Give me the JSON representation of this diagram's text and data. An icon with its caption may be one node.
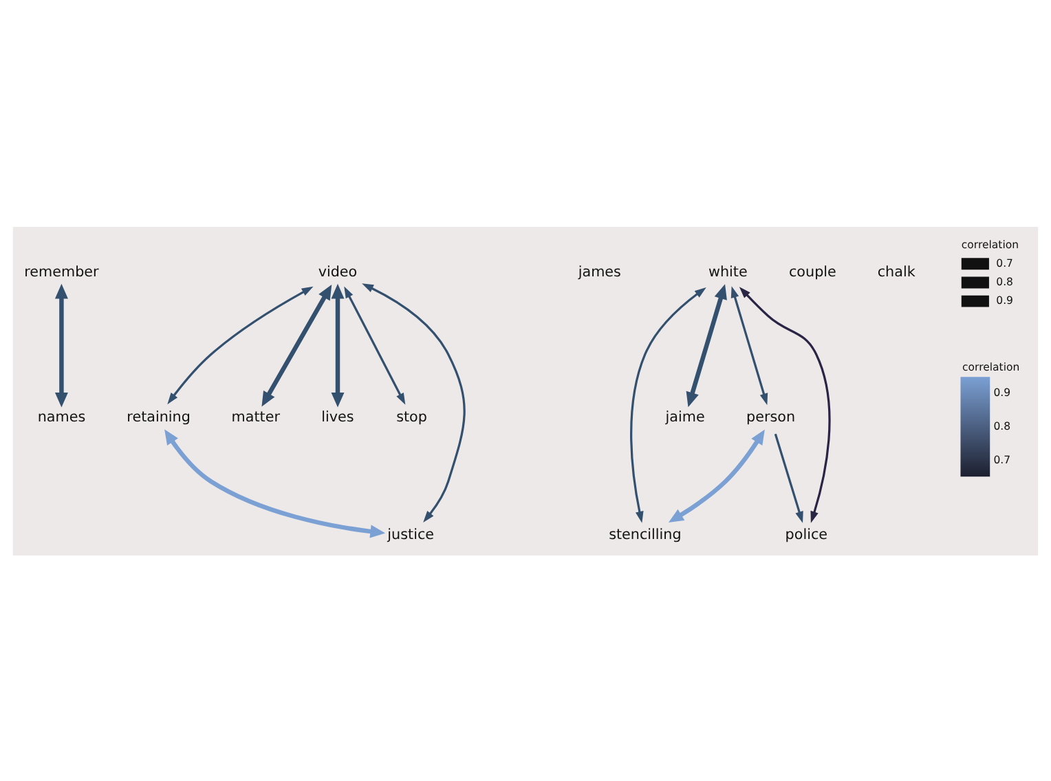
{
  "diagram": {
    "nodes": [
      {
        "text": [
          "names"
        ]
      },
      {
        "text": [
          "remember"
        ]
      },
      {
        "text": [
          "video"
        ]
      },
      {
        "text": [
          "retaining"
        ]
      },
      {
        "text": [
          "james"
        ]
      },
      {
        "text": [
          "matter"
        ]
      },
      {
        "text": [
          "lives"
        ]
      },
      {
        "text": [
          "stop"
        ]
      },
      {
        "text": [
          "justice"
        ]
      },
      {
        "text": [
          "white"
        ]
      },
      {
        "text": [
          "stencilling"
        ]
      },
      {
        "text": [
          "jaime"
        ]
      },
      {
        "text": [
          "couple"
        ]
      },
      {
        "text": [
          "person"
        ]
      },
      {
        "text": [
          "chalk"
        ]
      },
      {
        "text": [
          "police"
        ]
      }
    ],
    "edges": [
      {
        "from": 1,
        "to": 0,
        "arrow": "both",
        "style": "thick"
      },
      {
        "from": 2,
        "to": 3,
        "arrow": "both"
      },
      {
        "from": 2,
        "to": 5,
        "arrow": "both",
        "style": "thick"
      },
      {
        "from": 2,
        "to": 6,
        "arrow": "both",
        "style": "thick"
      },
      {
        "from": 2,
        "to": 7,
        "arrow": "both"
      },
      {
        "from": 2,
        "to": 8,
        "arrow": "both"
      },
      {
        "from": 3,
        "to": 8,
        "arrow": "both",
        "style": "thick",
        "color": "#7ba0d4"
      },
      {
        "from": 9,
        "to": 15,
        "arrow": "both",
        "color": "#2a2545"
      },
      {
        "from": 9,
        "to": 13,
        "arrow": "both"
      },
      {
        "from": 9,
        "to": 11,
        "arrow": "both",
        "style": "thick"
      },
      {
        "from": 9,
        "to": 10,
        "arrow": "both"
      },
      {
        "from": 13,
        "to": 10,
        "arrow": "both",
        "style": "thick",
        "color": "#7ba0d4"
      },
      {
        "from": 13,
        "to": 15,
        "arrow": "to"
      }
    ],
    "labels": [
      "correlation",
      "correlation",
      "0.9",
      "0.8",
      "0.7"
    ],
    "legend": [
      {
        "text": "0.7"
      },
      {
        "text": "0.8"
      },
      {
        "text": "0.9"
      }
    ]
  }
}
